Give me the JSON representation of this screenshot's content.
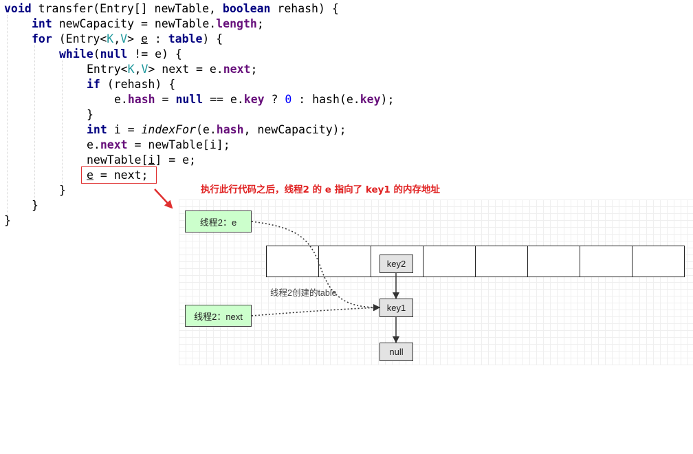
{
  "code": {
    "l1": {
      "kw_void": "void",
      "t1": " transfer(Entry[] newTable, ",
      "kw_boolean": "boolean",
      "t2": " rehash) {"
    },
    "l2": {
      "kw_int": "int",
      "t1": " newCapacity = newTable.",
      "f_length": "length",
      "t2": ";"
    },
    "l3": {
      "kw_for": "for",
      "t1": " (Entry<",
      "K": "K",
      ",": ",",
      "V": "V",
      "t2": "> ",
      "e": "e",
      "t3": " : ",
      "kw_table": "table",
      "t4": ") {"
    },
    "l4": {
      "kw_while": "while",
      "t1": "(",
      "kw_null": "null",
      "t2": " != e) {"
    },
    "l5": {
      "t1": "Entry<",
      "K": "K",
      "c": ",",
      "V": "V",
      "t2": "> next = e.",
      "f_next": "next",
      "t3": ";"
    },
    "l6": {
      "kw_if": "if",
      "t1": " (rehash) {"
    },
    "l7": {
      "t1": "e.",
      "f_hash": "hash",
      "t2": " = ",
      "kw_null": "null",
      "t3": " == e.",
      "f_key": "key",
      "t4": " ? ",
      "num0": "0",
      "t5": " : hash(e.",
      "f_key2": "key",
      "t6": ");"
    },
    "l8": {
      "t1": "}"
    },
    "l9": {
      "kw_int": "int",
      "t1": " i = ",
      "m_indexFor": "indexFor",
      "t2": "(e.",
      "f_hash": "hash",
      "t3": ", newCapacity);"
    },
    "l10": {
      "t1": "e.",
      "f_next": "next",
      "t2": " = newTable[i];"
    },
    "l11": {
      "t1": "newTable[",
      "i": "i",
      "t2": "] = e;"
    },
    "l12": {
      "e": "e",
      "t1": " = next;"
    },
    "l13": {
      "t1": "}"
    },
    "l14": {
      "t1": "}"
    },
    "l15": {
      "t1": "}"
    }
  },
  "annotation": "执行此行代码之后，线程2 的 e 指向了 key1 的内存地址",
  "diagram": {
    "thread_e_label": "线程2：e",
    "thread_next_label": "线程2：next",
    "table_label": "线程2创建的table",
    "node_key2": "key2",
    "node_key1": "key1",
    "node_null": "null"
  },
  "colors": {
    "keyword": "#000080",
    "field": "#660e7a",
    "type_param": "#20999d",
    "number": "#0000ff",
    "annotation": "#e02020",
    "thread_box_fill": "#ccffcc",
    "node_fill": "#e3e3e3"
  }
}
